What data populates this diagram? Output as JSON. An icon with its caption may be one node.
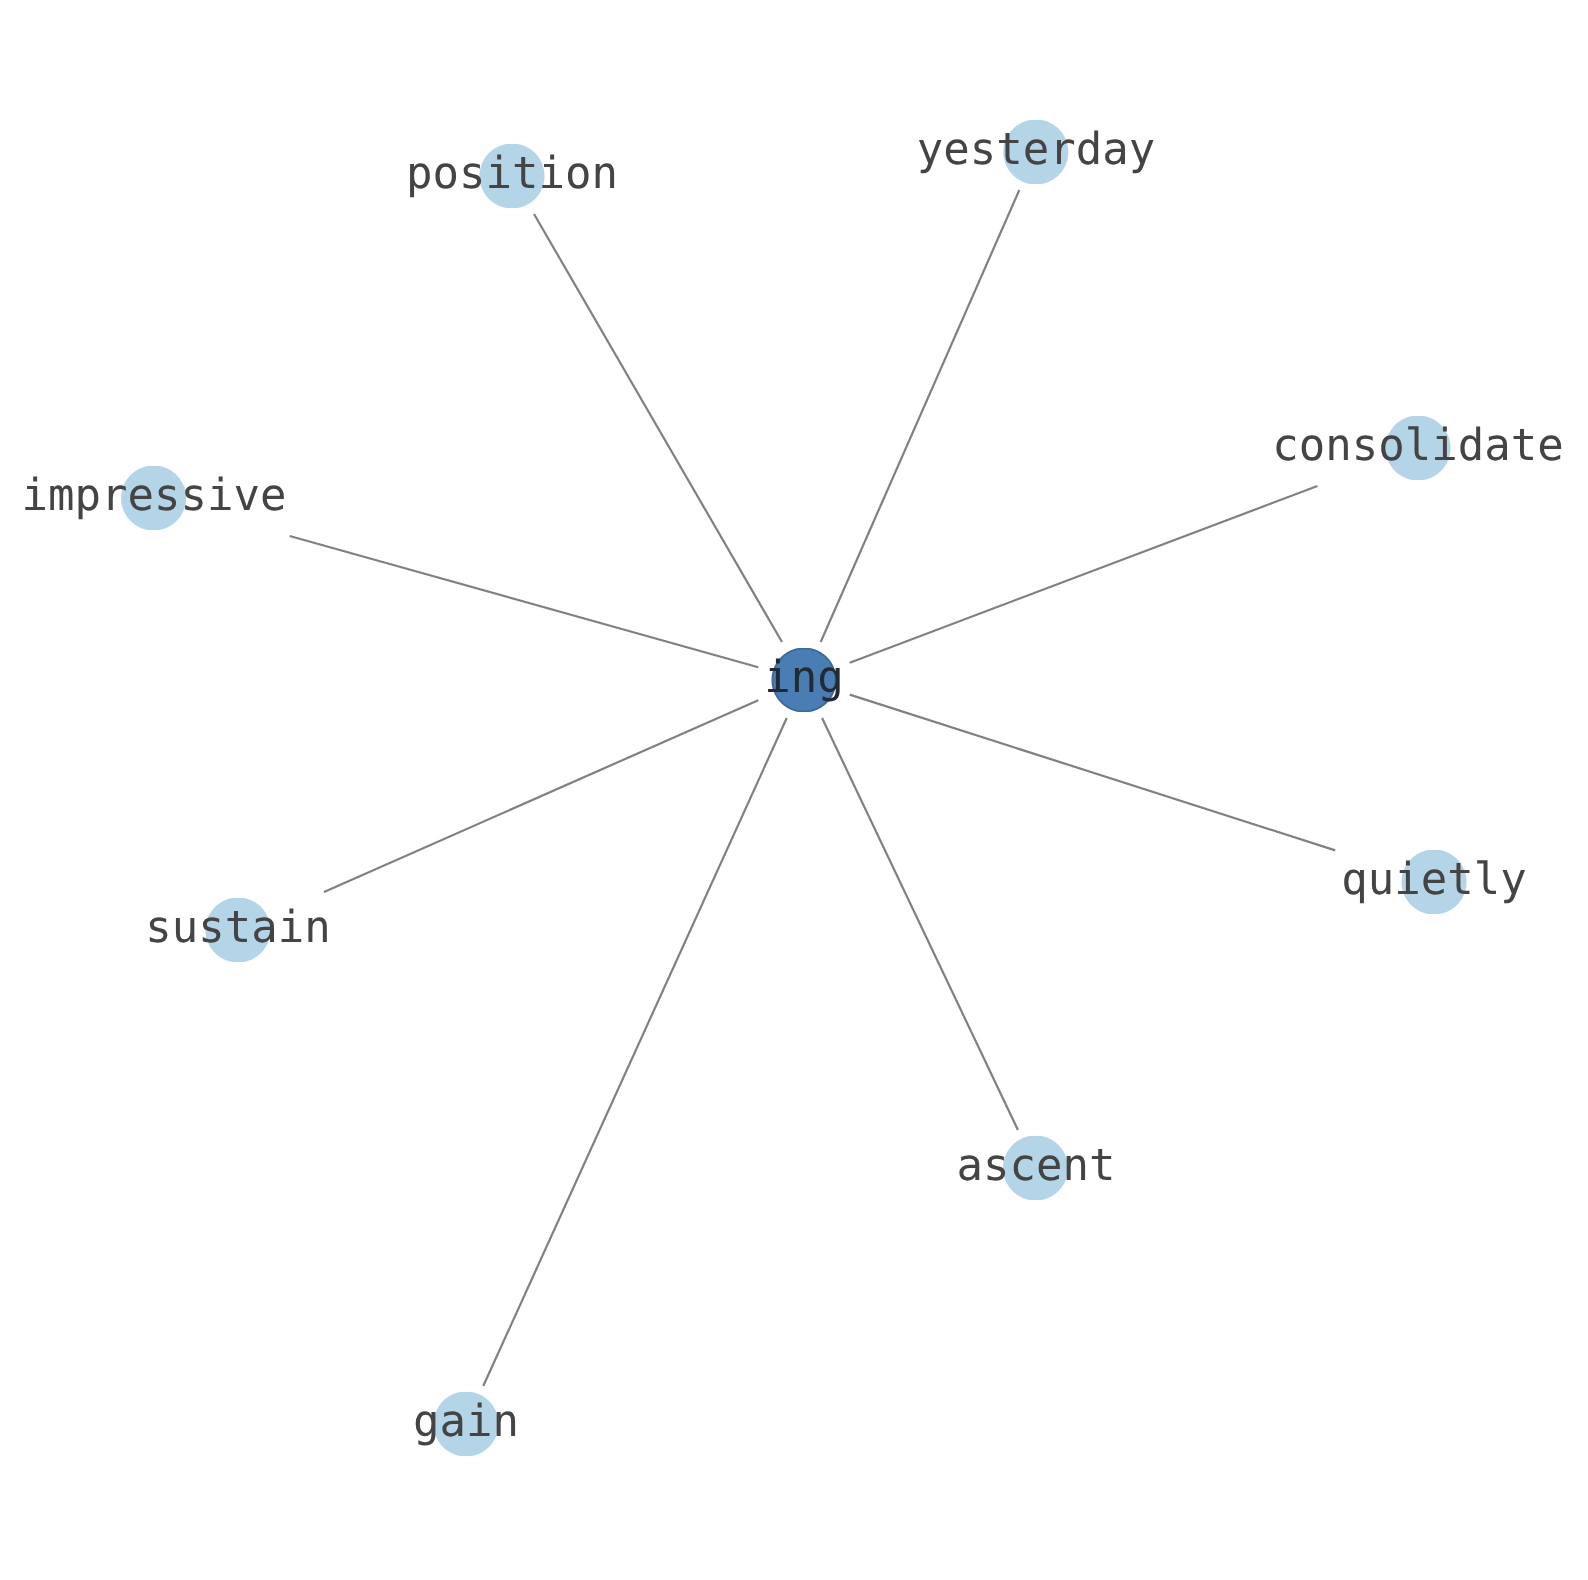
{
  "diagram": {
    "nodes": [
      {
        "text": [
          "position"
        ]
      },
      {
        "text": [
          "yesterday"
        ]
      },
      {
        "text": [
          "impressive"
        ]
      },
      {
        "text": [
          "consolidate"
        ]
      },
      {
        "text": [
          "ing"
        ]
      },
      {
        "text": [
          "sustain"
        ]
      },
      {
        "text": [
          "quietly"
        ]
      },
      {
        "text": [
          "ascent"
        ]
      },
      {
        "text": [
          "gain"
        ]
      }
    ],
    "edges": [
      {
        "from": 4,
        "to": 0,
        "arrow": "none"
      },
      {
        "from": 4,
        "to": 1,
        "arrow": "none"
      },
      {
        "from": 4,
        "to": 2,
        "arrow": "none"
      },
      {
        "from": 4,
        "to": 3,
        "arrow": "none"
      },
      {
        "from": 4,
        "to": 5,
        "arrow": "none"
      },
      {
        "from": 4,
        "to": 6,
        "arrow": "none"
      },
      {
        "from": 4,
        "to": 7,
        "arrow": "none"
      },
      {
        "from": 4,
        "to": 8,
        "arrow": "none"
      }
    ]
  }
}
